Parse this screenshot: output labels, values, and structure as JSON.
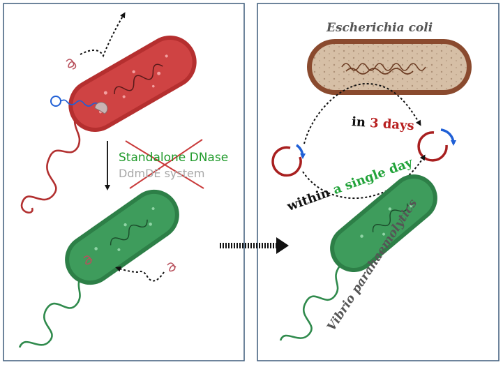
{
  "left_panel": {
    "process_label": "Standalone DNase",
    "system_label": "DdmDE system"
  },
  "right_panel": {
    "donor_species": "Escherichia coli",
    "recipient_species": "Vibrio parahaemolytics",
    "slow_prefix": "in ",
    "slow_duration": "3 days",
    "fast_prefix": "within ",
    "fast_duration": "a single day"
  },
  "colors": {
    "red_bacterium": "#c43434",
    "green_bacterium": "#2f8f4e",
    "plasmid_red": "#a81f1f",
    "plasmid_blue": "#1f5fd6",
    "ecoli_fill": "#d6bfa6"
  }
}
